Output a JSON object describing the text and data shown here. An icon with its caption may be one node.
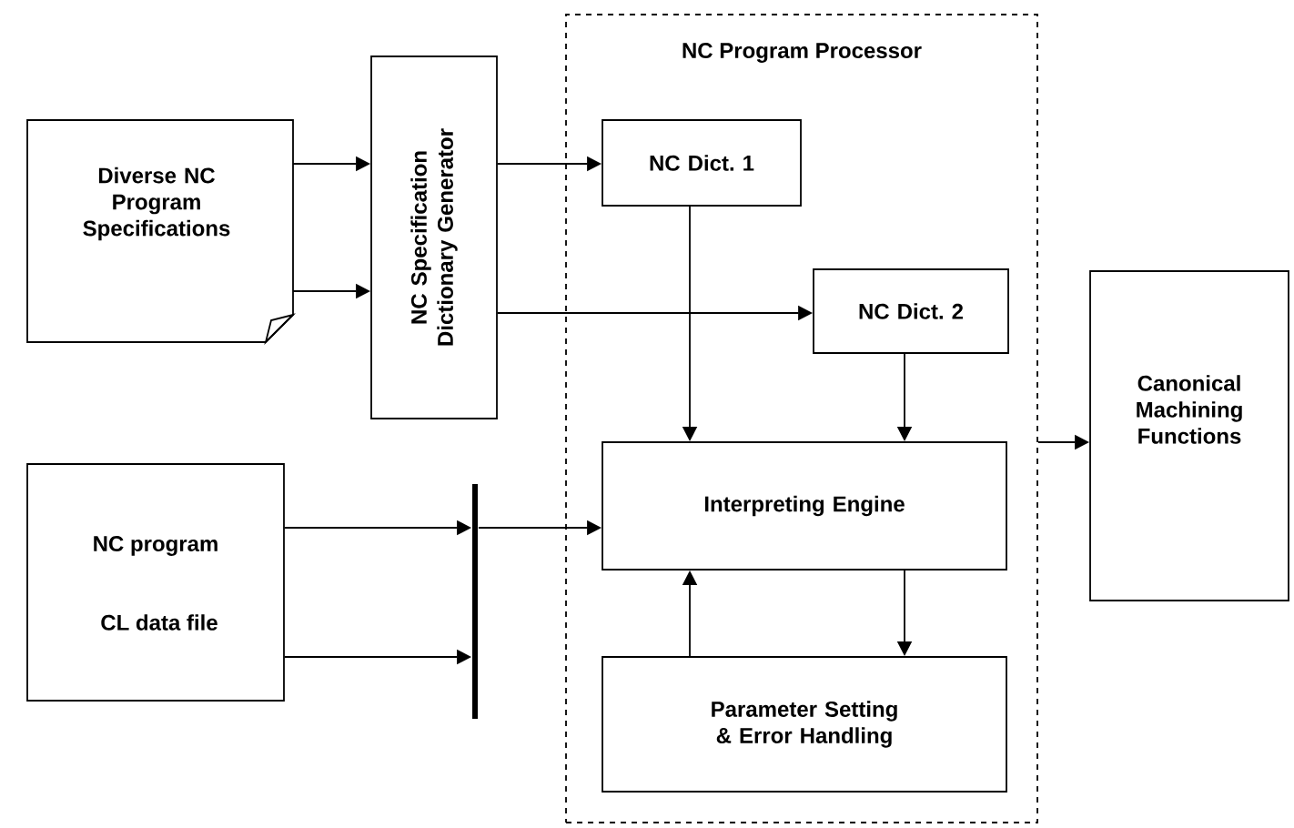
{
  "diagram": {
    "nodes": [
      {
        "text": [
          "NC Program Processor"
        ]
      },
      {
        "text": [
          "Diverse NC Program Specifications"
        ]
      },
      {
        "text": [
          "NC Specification Dictionary Generator"
        ]
      },
      {
        "text": [
          "NC Dict. 1"
        ],
        "in": 0
      },
      {
        "text": [
          "NC Dict. 2"
        ],
        "in": 0
      },
      {
        "text": [
          "Interpreting Engine"
        ],
        "in": 0
      },
      {
        "text": [
          "Parameter Setting & Error Handling"
        ],
        "in": 0
      },
      {
        "text": [
          "Canonical Machining Functions"
        ]
      },
      {
        "text": [
          "NC program",
          "CL data file"
        ]
      },
      {
        "text": [],
        "shape": "bar"
      }
    ],
    "edges": [
      {
        "from": 1,
        "to": 2,
        "arrow": "to"
      },
      {
        "from": 1,
        "to": 2,
        "arrow": "to"
      },
      {
        "from": 2,
        "to": 3,
        "arrow": "to"
      },
      {
        "from": 2,
        "to": 4,
        "arrow": "to"
      },
      {
        "from": 3,
        "to": 5,
        "arrow": "to"
      },
      {
        "from": 4,
        "to": 5,
        "arrow": "to"
      },
      {
        "from": 5,
        "to": 6,
        "arrow": "to"
      },
      {
        "from": 6,
        "to": 5,
        "arrow": "to"
      },
      {
        "from": 8,
        "to": 9,
        "arrow": "to"
      },
      {
        "from": 8,
        "to": 9,
        "arrow": "to"
      },
      {
        "from": 9,
        "to": 5,
        "arrow": "to"
      },
      {
        "from": 0,
        "to": 7,
        "arrow": "to"
      }
    ]
  }
}
